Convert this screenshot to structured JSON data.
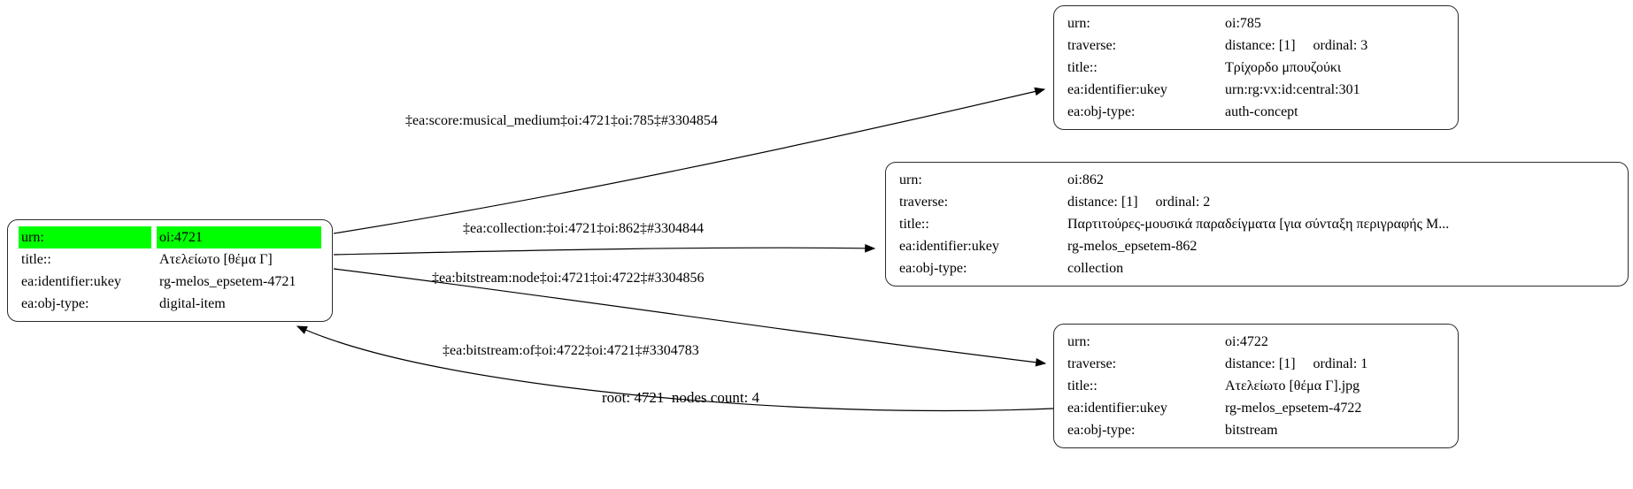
{
  "caption": "root: 4721  nodes count: 4",
  "colors": {
    "highlight": "#00ff00",
    "edge": "#000000",
    "node_border": "#2b2b2b",
    "background": "#ffffff"
  },
  "nodes": {
    "n4721": {
      "id": "oi:4721",
      "rows": [
        {
          "key": "urn:",
          "value": "oi:4721",
          "highlight": true
        },
        {
          "key": "title::",
          "value": "Ατελείωτο [θέμα Γ]"
        },
        {
          "key": "ea:identifier:ukey",
          "value": "rg-melos_epsetem-4721"
        },
        {
          "key": "ea:obj-type:",
          "value": "digital-item"
        }
      ]
    },
    "n785": {
      "id": "oi:785",
      "rows": [
        {
          "key": "urn:",
          "value": "oi:785"
        },
        {
          "key": "traverse:",
          "value": "distance: [1]     ordinal: 3"
        },
        {
          "key": "title::",
          "value": "Τρίχορδο μπουζούκι"
        },
        {
          "key": "ea:identifier:ukey",
          "value": "urn:rg:vx:id:central:301"
        },
        {
          "key": "ea:obj-type:",
          "value": "auth-concept"
        }
      ]
    },
    "n862": {
      "id": "oi:862",
      "rows": [
        {
          "key": "urn:",
          "value": "oi:862"
        },
        {
          "key": "traverse:",
          "value": "distance: [1]     ordinal: 2"
        },
        {
          "key": "title::",
          "value": "Παρτιτούρες-μουσικά παραδείγματα [για σύνταξη περιγραφής Μ..."
        },
        {
          "key": "ea:identifier:ukey",
          "value": "rg-melos_epsetem-862"
        },
        {
          "key": "ea:obj-type:",
          "value": "collection"
        }
      ]
    },
    "n4722": {
      "id": "oi:4722",
      "rows": [
        {
          "key": "urn:",
          "value": "oi:4722"
        },
        {
          "key": "traverse:",
          "value": "distance: [1]     ordinal: 1"
        },
        {
          "key": "title::",
          "value": "Ατελείωτο [θέμα Γ].jpg"
        },
        {
          "key": "ea:identifier:ukey",
          "value": "rg-melos_epsetem-4722"
        },
        {
          "key": "ea:obj-type:",
          "value": "bitstream"
        }
      ]
    }
  },
  "edges": [
    {
      "label": "‡ea:score:musical_medium‡oi:4721‡oi:785‡#3304854",
      "from": "oi:4721",
      "to": "oi:785"
    },
    {
      "label": "‡ea:collection:‡oi:4721‡oi:862‡#3304844",
      "from": "oi:4721",
      "to": "oi:862"
    },
    {
      "label": "‡ea:bitstream:node‡oi:4721‡oi:4722‡#3304856",
      "from": "oi:4721",
      "to": "oi:4722"
    },
    {
      "label": "‡ea:bitstream:of‡oi:4722‡oi:4721‡#3304783",
      "from": "oi:4722",
      "to": "oi:4721"
    }
  ]
}
